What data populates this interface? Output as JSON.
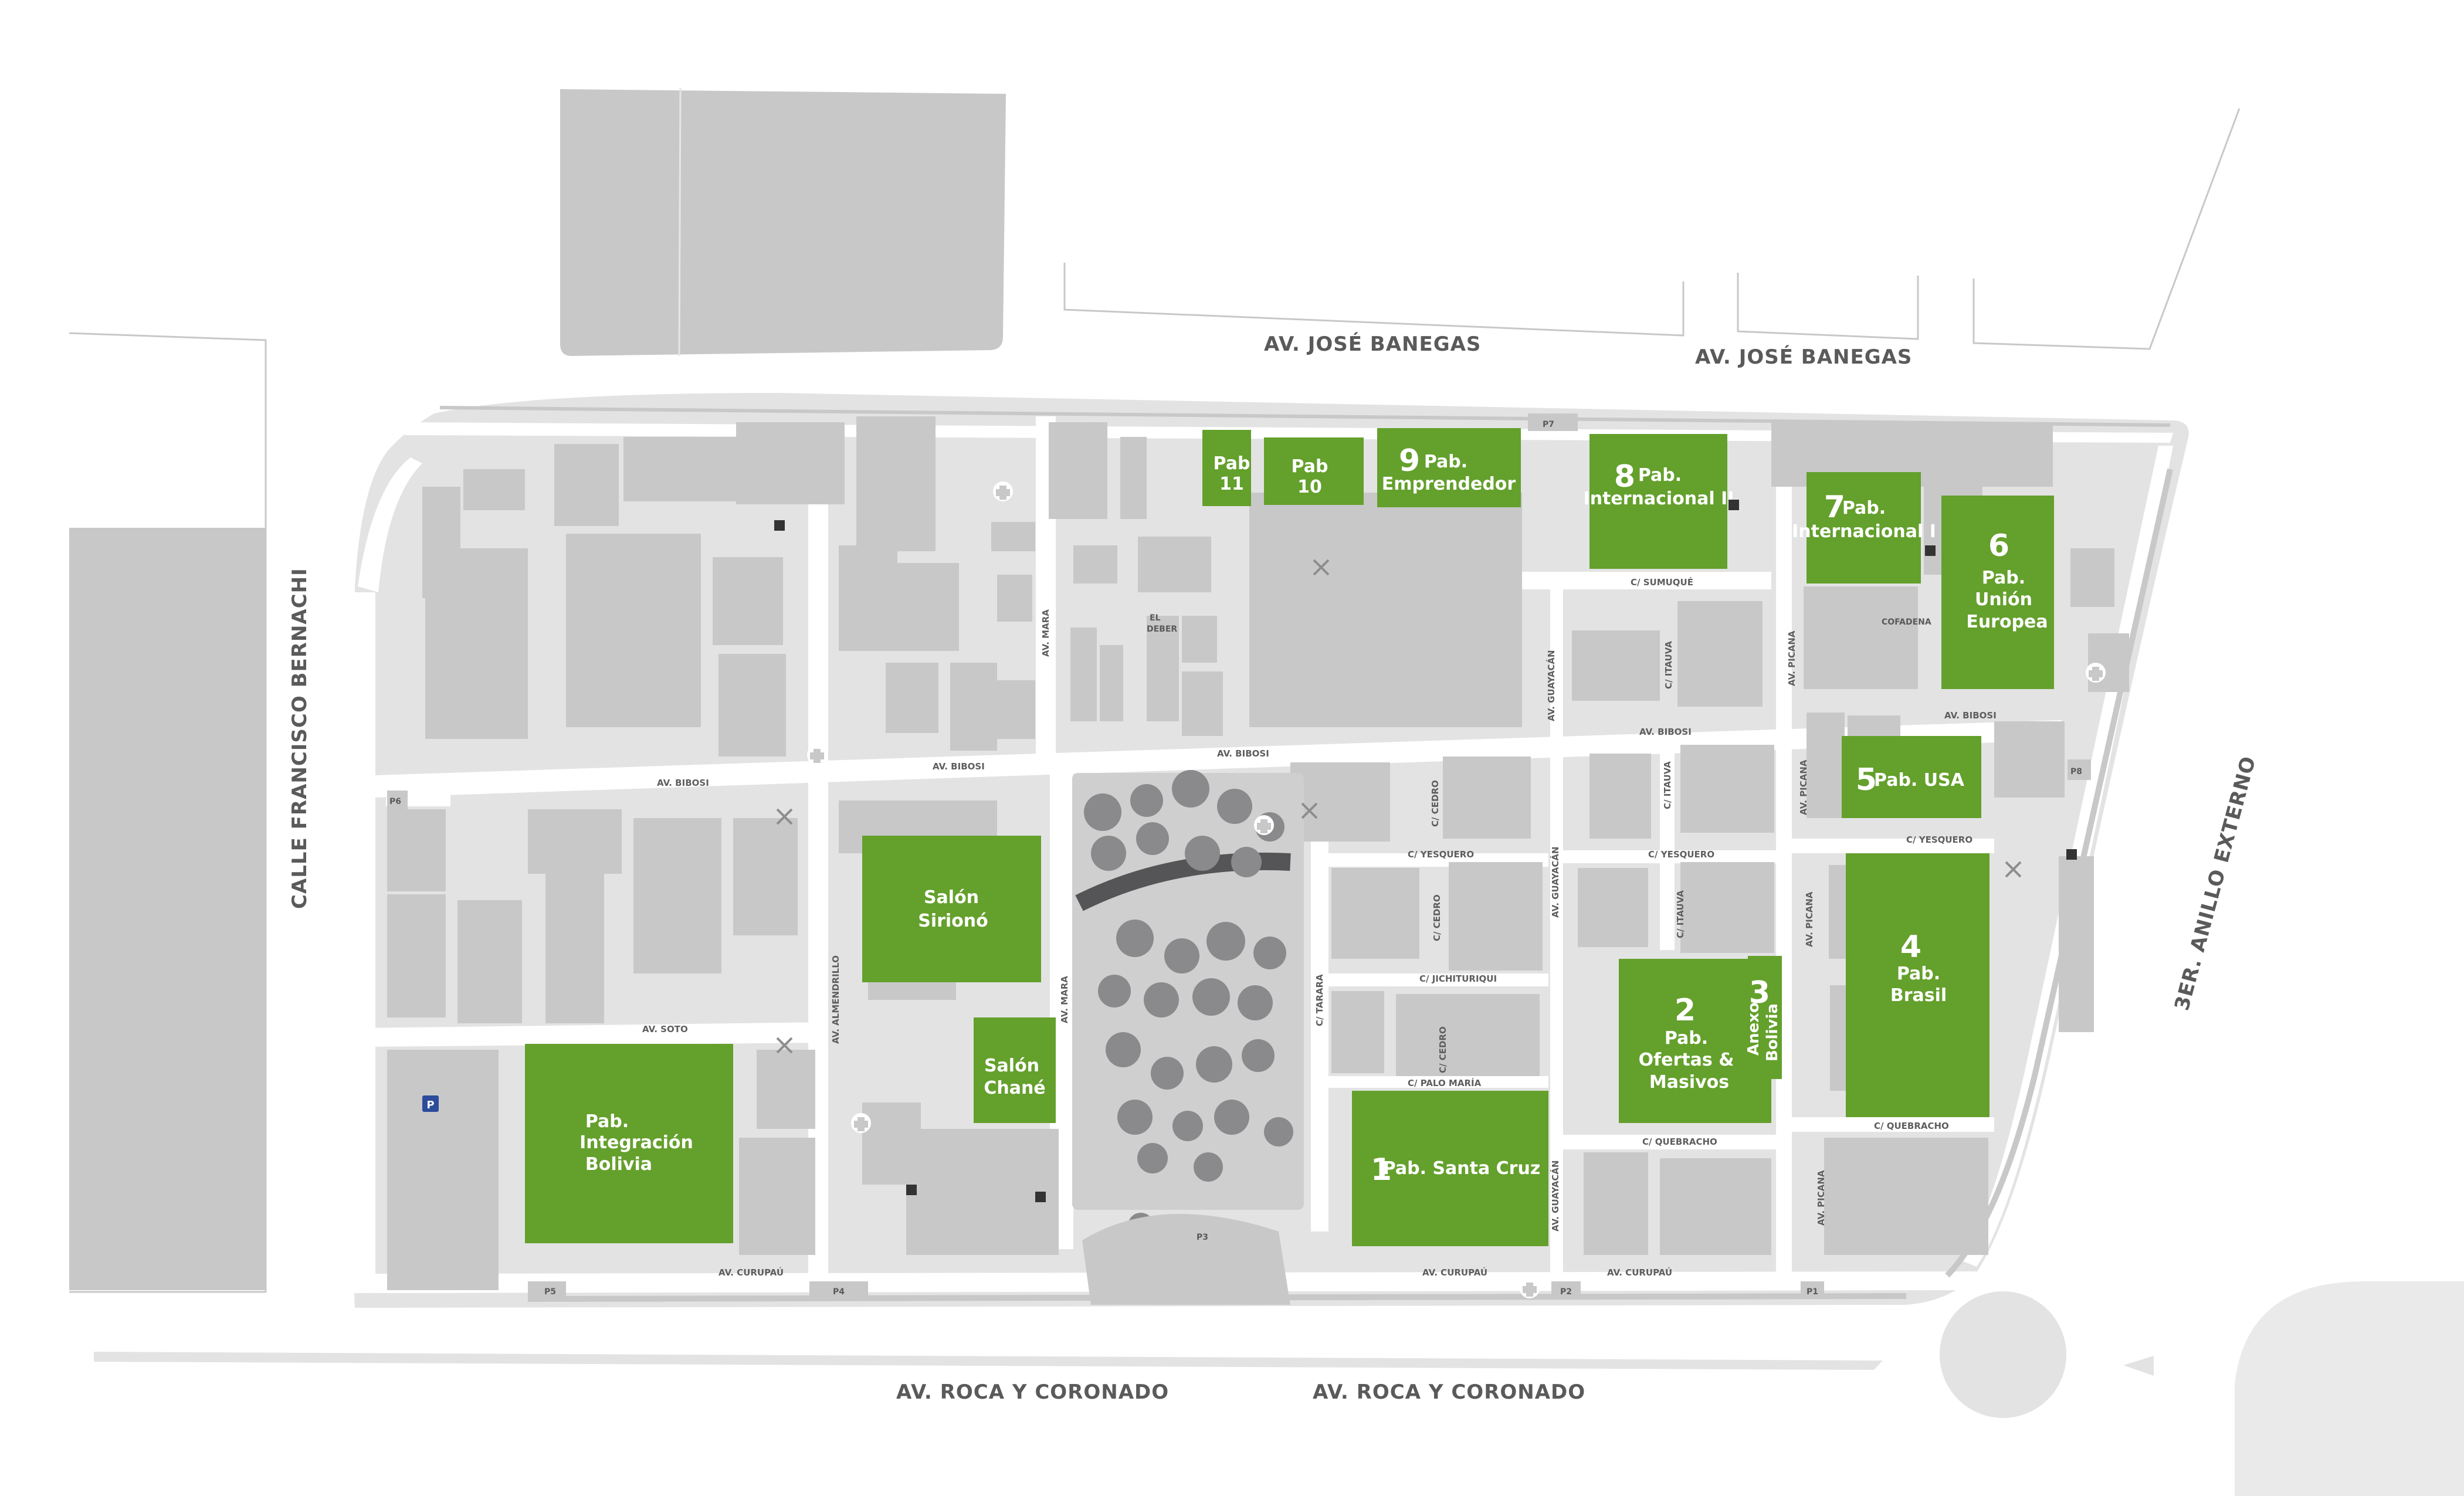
{
  "roads": {
    "jose_banegas_1": "AV. JOSÉ BANEGAS",
    "jose_banegas_2": "AV. JOSÉ BANEGAS",
    "francisco_bernachi": "CALLE FRANCISCO BERNACHI",
    "roca_coronado_1": "AV. ROCA Y CORONADO",
    "roca_coronado_2": "AV. ROCA Y CORONADO",
    "tercer_anillo": "3ER. ANILLO EXTERNO"
  },
  "streets": {
    "bibosi_1": "AV. BIBOSI",
    "bibosi_2": "AV. BIBOSI",
    "bibosi_3": "AV. BIBOSI",
    "bibosi_4": "AV. BIBOSI",
    "bibosi_5": "AV. BIBOSI",
    "soto": "AV. SOTO",
    "curupau_1": "AV. CURUPAÚ",
    "curupau_2": "AV. CURUPAÚ",
    "curupau_3": "AV. CURUPAÚ",
    "mara_1": "AV. MARA",
    "mara_2": "AV. MARA",
    "almendrillo": "AV. ALMENDRILLO",
    "tarara": "C/ TARARA",
    "guayacan_1": "AV. GUAYACÁN",
    "guayacan_2": "AV. GUAYACÁN",
    "guayacan_3": "AV. GUAYACÁN",
    "itauva_1": "C/ ITAUVA",
    "itauva_2": "C/ ITAUVA",
    "itauva_3": "C/ ITAUVA",
    "picana_1": "AV. PICANA",
    "picana_2": "AV. PICANA",
    "picana_3": "AV. PICANA",
    "picana_4": "AV. PICANA",
    "cedro_1": "C/ CEDRO",
    "cedro_2": "C/ CEDRO",
    "cedro_3": "C/ CEDRO",
    "yesquero_1": "C/ YESQUERO",
    "yesquero_2": "C/ YESQUERO",
    "yesquero_3": "C/ YESQUERO",
    "jichituriqui": "C/ JICHITURIQUI",
    "palo_maria": "C/ PALO MARÍA",
    "quebracho_1": "C/ QUEBRACHO",
    "quebracho_2": "C/ QUEBRACHO",
    "sumuque": "C/ SUMUQUÉ"
  },
  "landmarks": {
    "el_deber_1": "EL",
    "el_deber_2": "DEBER",
    "cofadena": "COFADENA"
  },
  "parking": {
    "p1": "P1",
    "p2": "P2",
    "p3": "P3",
    "p4": "P4",
    "p5": "P5",
    "p6": "P6",
    "p7": "P7",
    "p8": "P8",
    "p_lot": "P"
  },
  "pavilions": {
    "pab11_l1": "Pab",
    "pab11_l2": "11",
    "pab10_l1": "Pab",
    "pab10_l2": "10",
    "pab9_num": "9",
    "pab9_l1": "Pab.",
    "pab9_l2": "Emprendedor",
    "pab8_num": "8",
    "pab8_l1": "Pab.",
    "pab8_l2": "Internacional II",
    "pab7_num": "7",
    "pab7_l1": "Pab.",
    "pab7_l2": "Internacional I",
    "pab6_num": "6",
    "pab6_l1": "Pab.",
    "pab6_l2": "Unión",
    "pab6_l3": "Europea",
    "pab5_num": "5",
    "pab5_l1": "Pab. USA",
    "pab4_num": "4",
    "pab4_l1": "Pab.",
    "pab4_l2": "Brasil",
    "pab3_num": "3",
    "anexo_l1": "Anexo",
    "anexo_l2": "Bolivia",
    "pab2_num": "2",
    "pab2_l1": "Pab.",
    "pab2_l2": "Ofertas &",
    "pab2_l3": "Masivos",
    "pab1_num": "1",
    "pab1_l1": "Pab. Santa Cruz",
    "sirio_l1": "Salón",
    "sirio_l2": "Sirionó",
    "chane_l1": "Salón",
    "chane_l2": "Chané",
    "integ_l1": "Pab.",
    "integ_l2": "Integración",
    "integ_l3": "Bolivia"
  },
  "colors": {
    "pavilion_green": "#64a02c",
    "building_gray": "#c8c8c9",
    "ground_gray": "#e3e3e4",
    "road_white": "#ffffff",
    "park_dark": "#555557"
  }
}
